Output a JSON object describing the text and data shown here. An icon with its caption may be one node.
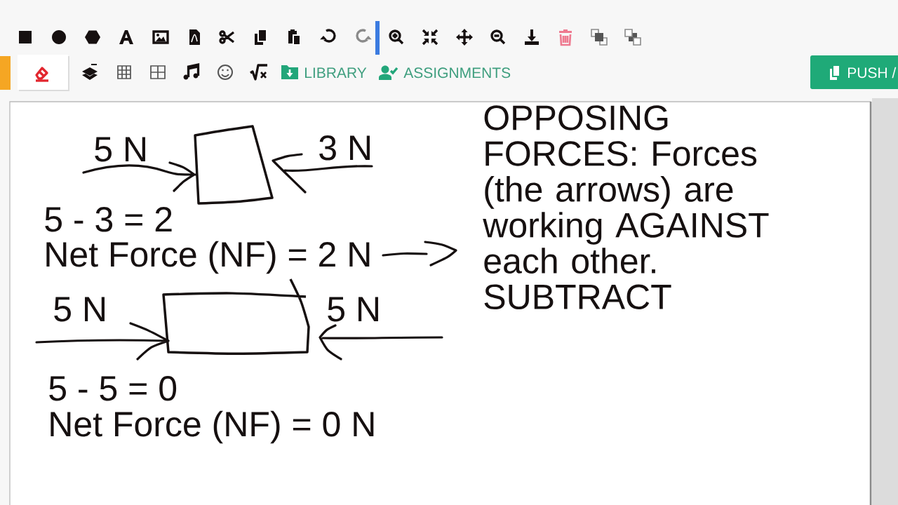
{
  "diagram": {
    "nodes": [
      {
        "text": [],
        "shape": "quadrilateral"
      },
      {
        "text": [],
        "shape": "quadrilateral"
      }
    ],
    "labels": [
      "LIBRARY",
      "ASSIGNMENTS",
      "PUSH /",
      "5 N",
      "3 N",
      "5 - 3 = 2",
      "Net Force (NF) = 2 N",
      "5 N",
      "5 N",
      "5 - 5 = 0",
      "Net Force (NF) = 0 N",
      "OPPOSING FORCES: Forces (the arrows) are working AGAINST each other. SUBTRACT"
    ]
  }
}
